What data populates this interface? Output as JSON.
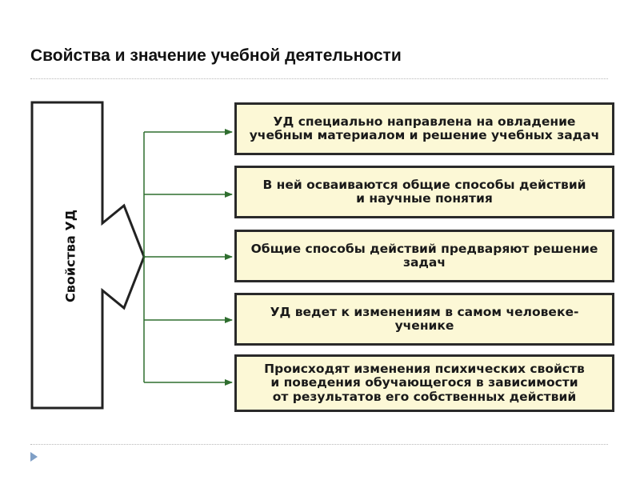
{
  "title": "Свойства и значение учебной деятельности",
  "diagram": {
    "root_label": "Свойства УД",
    "items": [
      "УД специально направлена на овладение\nучебным материалом и решение учебных задач",
      "В ней осваиваются общие способы действий\nи научные понятия",
      "Общие способы действий предваряют решение\nзадач",
      "УД ведет к изменениям в самом человеке-\nученике",
      "Происходят изменения психических свойств\nи поведения обучающегося в зависимости\nот результатов его собственных действий"
    ]
  },
  "colors": {
    "box_fill": "#fcf8d6",
    "box_border": "#2a2a2a",
    "connector": "#2f6e2f",
    "bullet": "#7f9fc6"
  },
  "icons": [
    "arrow-right-icon",
    "bullet-triangle-icon"
  ]
}
